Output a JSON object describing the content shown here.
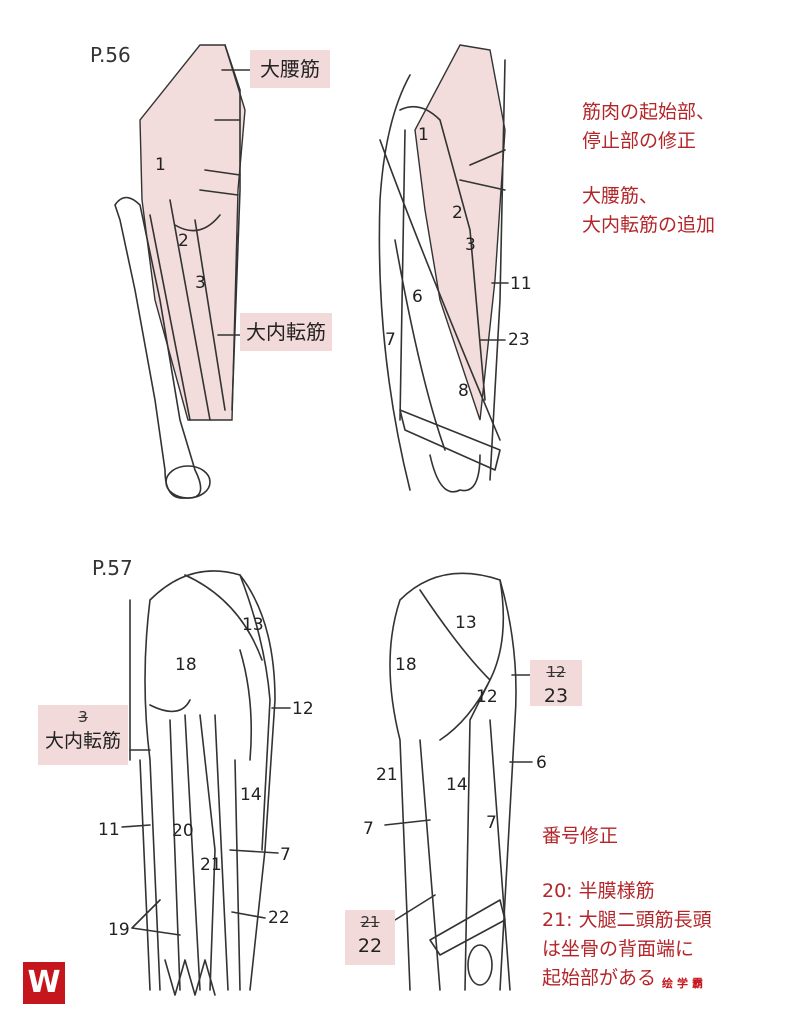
{
  "pages": {
    "top": "P.56",
    "bottom": "P.57"
  },
  "labels_top": {
    "psoas": "大腰筋",
    "adductor_magnus": "大内転筋"
  },
  "note_top": {
    "line1": "筋肉の起始部、",
    "line2": "停止部の修正",
    "line3": "大腰筋、",
    "line4": "大内転筋の追加"
  },
  "fig1_numbers": [
    "1",
    "2",
    "3"
  ],
  "fig2_numbers": [
    "1",
    "2",
    "3",
    "6",
    "7",
    "8",
    "11",
    "23"
  ],
  "fig3_numbers": [
    "18",
    "13",
    "12",
    "14",
    "20",
    "21",
    "7",
    "22",
    "19",
    "11"
  ],
  "fig4_numbers": [
    "13",
    "18",
    "12",
    "21",
    "14",
    "7",
    "7",
    "6"
  ],
  "corrections": {
    "fig3_old": "3",
    "fig3_new": "大内転筋",
    "fig4_old_a": "12",
    "fig4_new_a": "23",
    "fig4_old_b": "21",
    "fig4_new_b": "22"
  },
  "note_bottom": {
    "title": "番号修正",
    "line1": "20: 半膜様筋",
    "line2": "21: 大腿二頭筋長頭",
    "line3": "は坐骨の背面端に",
    "line4": "起始部がある"
  },
  "logo": {
    "text": "W",
    "color": "#c4161c"
  },
  "watermark": "绘学霸",
  "colors": {
    "accent_text": "#b3262a",
    "highlight": "#f2dada"
  }
}
